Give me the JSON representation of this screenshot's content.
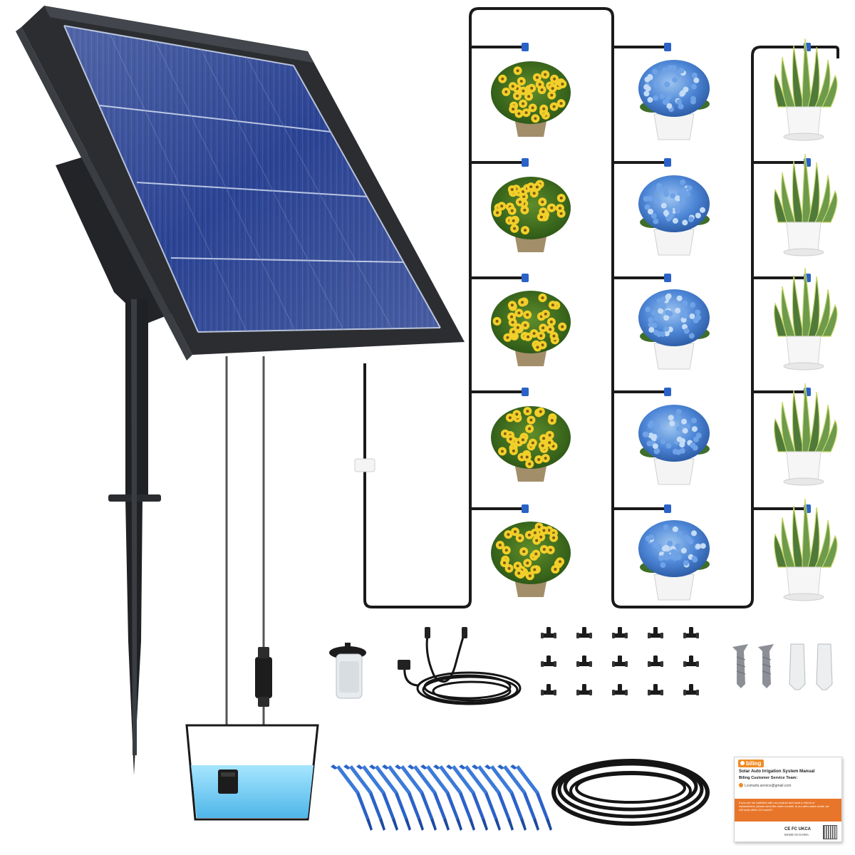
{
  "manual": {
    "brand": "biling",
    "title": "Solar Auto Irrigation System Manual",
    "team": "Biling Customer Service Team:",
    "email": "Lcsmarts.service@gmail.com",
    "notice": "If you are not satisfied with our product and want a refund or replacement, please send the order number to our after-sales email, we will reply within 24 hours!!!",
    "marks": "CE FC UKCA",
    "made_in": "MADE IN CHINA"
  },
  "colors": {
    "panel_frame": "#2b2d31",
    "panel_cell": "#1d3480",
    "water": "#7fd3f5",
    "dripper_blue": "#2a62c8",
    "tube": "#1a1a1a",
    "manual_accent": "#f08a24"
  },
  "items": {
    "plant_rows": 5,
    "plant_columns": [
      "yellow-flower",
      "blue-hydrangea",
      "snake-plant"
    ],
    "drip_stakes": 15,
    "tee_connectors": 15,
    "screws": 2,
    "wall_anchors": 2
  }
}
